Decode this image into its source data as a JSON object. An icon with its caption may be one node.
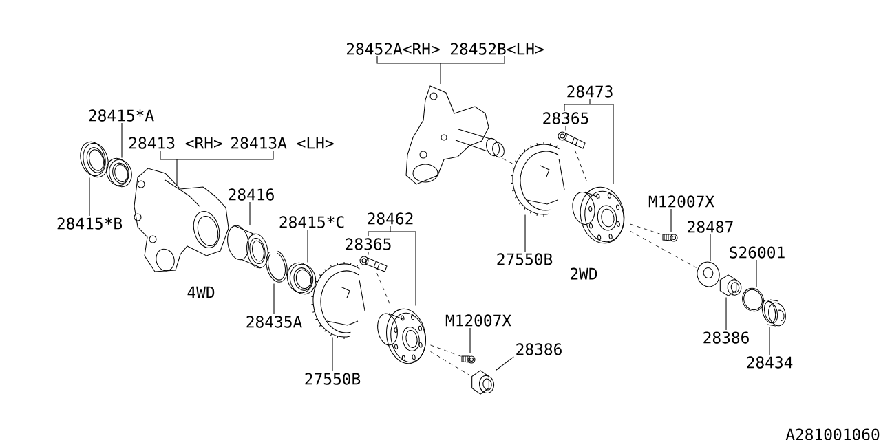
{
  "diagram": {
    "nodes": [
      {
        "text": [
          "28452A<RH>"
        ]
      },
      {
        "text": [
          "28452B<LH>"
        ]
      },
      {
        "text": [
          "28473"
        ]
      },
      {
        "text": [
          "28415*A"
        ]
      },
      {
        "text": [
          "28365"
        ]
      },
      {
        "text": [
          "28413 <RH>"
        ]
      },
      {
        "text": [
          "28413A <LH>"
        ]
      },
      {
        "text": [
          "28416"
        ]
      },
      {
        "text": [
          "M12007X"
        ]
      },
      {
        "text": [
          "28415*C"
        ]
      },
      {
        "text": [
          "28462"
        ]
      },
      {
        "text": [
          "28415*B"
        ]
      },
      {
        "text": [
          "28487"
        ]
      },
      {
        "text": [
          "28365"
        ]
      },
      {
        "text": [
          "S26001"
        ]
      },
      {
        "text": [
          "27550B"
        ]
      },
      {
        "text": [
          "M12007X"
        ]
      },
      {
        "text": [
          "28435A"
        ]
      },
      {
        "text": [
          "28386"
        ]
      },
      {
        "text": [
          "28386"
        ]
      },
      {
        "text": [
          "28434"
        ]
      },
      {
        "text": [
          "27550B"
        ]
      },
      {
        "text": [],
        "shape": "picture"
      },
      {
        "text": [],
        "shape": "picture"
      },
      {
        "text": [],
        "shape": "picture"
      },
      {
        "text": [],
        "shape": "picture"
      },
      {
        "text": [],
        "shape": "picture"
      },
      {
        "text": [],
        "shape": "picture"
      },
      {
        "text": [],
        "shape": "picture"
      },
      {
        "text": [],
        "shape": "picture"
      },
      {
        "text": [],
        "shape": "picture"
      },
      {
        "text": [],
        "shape": "picture"
      },
      {
        "text": [],
        "shape": "picture"
      },
      {
        "text": [],
        "shape": "picture"
      },
      {
        "text": [],
        "shape": "picture"
      },
      {
        "text": [],
        "shape": "picture"
      },
      {
        "text": [],
        "shape": "picture"
      },
      {
        "text": [],
        "shape": "picture"
      },
      {
        "text": [],
        "shape": "picture"
      },
      {
        "text": [],
        "shape": "picture"
      },
      {
        "text": [],
        "shape": "picture"
      },
      {
        "text": [],
        "shape": "picture"
      }
    ],
    "edges": [
      {
        "from": 0,
        "to": 22,
        "arrow": "none"
      },
      {
        "from": 1,
        "to": 22,
        "arrow": "none"
      },
      {
        "from": 2,
        "to": 4,
        "arrow": "none"
      },
      {
        "from": 2,
        "to": 25,
        "arrow": "none"
      },
      {
        "from": 3,
        "to": 32,
        "arrow": "none"
      },
      {
        "from": 4,
        "to": 23,
        "arrow": "none"
      },
      {
        "from": 5,
        "to": 33,
        "arrow": "none"
      },
      {
        "from": 6,
        "to": 33,
        "arrow": "none"
      },
      {
        "from": 7,
        "to": 34,
        "arrow": "none"
      },
      {
        "from": 8,
        "to": 26,
        "arrow": "none"
      },
      {
        "from": 9,
        "to": 36,
        "arrow": "none"
      },
      {
        "from": 10,
        "to": 13,
        "arrow": "none"
      },
      {
        "from": 10,
        "to": 39,
        "arrow": "none"
      },
      {
        "from": 11,
        "to": 31,
        "arrow": "none"
      },
      {
        "from": 12,
        "to": 27,
        "arrow": "none"
      },
      {
        "from": 13,
        "to": 38,
        "arrow": "none"
      },
      {
        "from": 14,
        "to": 29,
        "arrow": "none"
      },
      {
        "from": 15,
        "to": 24,
        "arrow": "none"
      },
      {
        "from": 16,
        "to": 40,
        "arrow": "none"
      },
      {
        "from": 17,
        "to": 35,
        "arrow": "none"
      },
      {
        "from": 18,
        "to": 28,
        "arrow": "none"
      },
      {
        "from": 19,
        "to": 41,
        "arrow": "none"
      },
      {
        "from": 20,
        "to": 30,
        "arrow": "none"
      },
      {
        "from": 21,
        "to": 37,
        "arrow": "none"
      },
      {
        "from": 38,
        "to": 39,
        "arrow": "none",
        "style": "dashed"
      },
      {
        "from": 39,
        "to": 41,
        "arrow": "none",
        "style": "dashed"
      },
      {
        "from": 39,
        "to": 40,
        "arrow": "none",
        "style": "dashed"
      },
      {
        "from": 22,
        "to": 24,
        "arrow": "none",
        "style": "dashed"
      },
      {
        "from": 23,
        "to": 25,
        "arrow": "none",
        "style": "dashed"
      },
      {
        "from": 25,
        "to": 27,
        "arrow": "none",
        "style": "dashed"
      },
      {
        "from": 25,
        "to": 26,
        "arrow": "none",
        "style": "dashed"
      }
    ],
    "labels": [
      "2WD",
      "4WD",
      "A281001060"
    ]
  }
}
